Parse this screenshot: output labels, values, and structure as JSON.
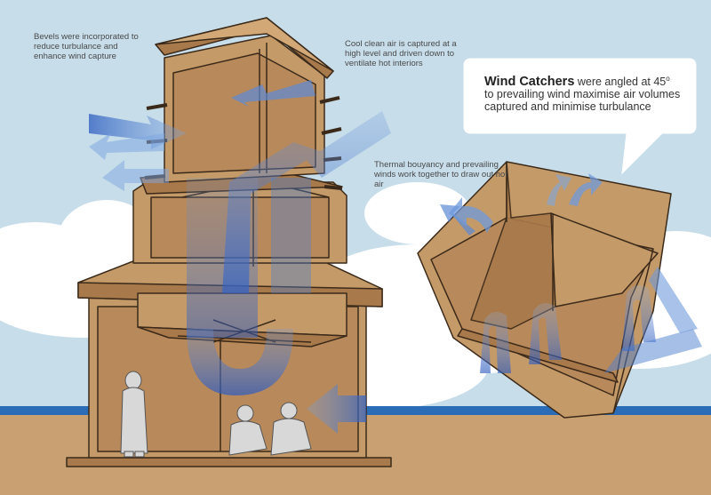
{
  "annotations": {
    "bevels": "Bevels were incorporated to reduce turbulance and enhance wind capture",
    "cool_air": "Cool clean air is captured at a high level and driven down to ventilate hot interiors",
    "thermal": "Thermal bouyancy and prevailing winds work together to draw out hot air"
  },
  "callout": {
    "title": "Wind Catchers",
    "angle_text": " were angled at 45",
    "degree": "o",
    "body": "to prevailing wind maximise air volumes captured and minimise turbulance"
  },
  "colors": {
    "sky": "#c7dde9",
    "sand": "#c8a071",
    "sea": "#2a6db6",
    "wood": "#c49a68",
    "wood_dark": "#a8794a",
    "outline": "#3b2a1a",
    "airflow": "#4d7fd0"
  }
}
